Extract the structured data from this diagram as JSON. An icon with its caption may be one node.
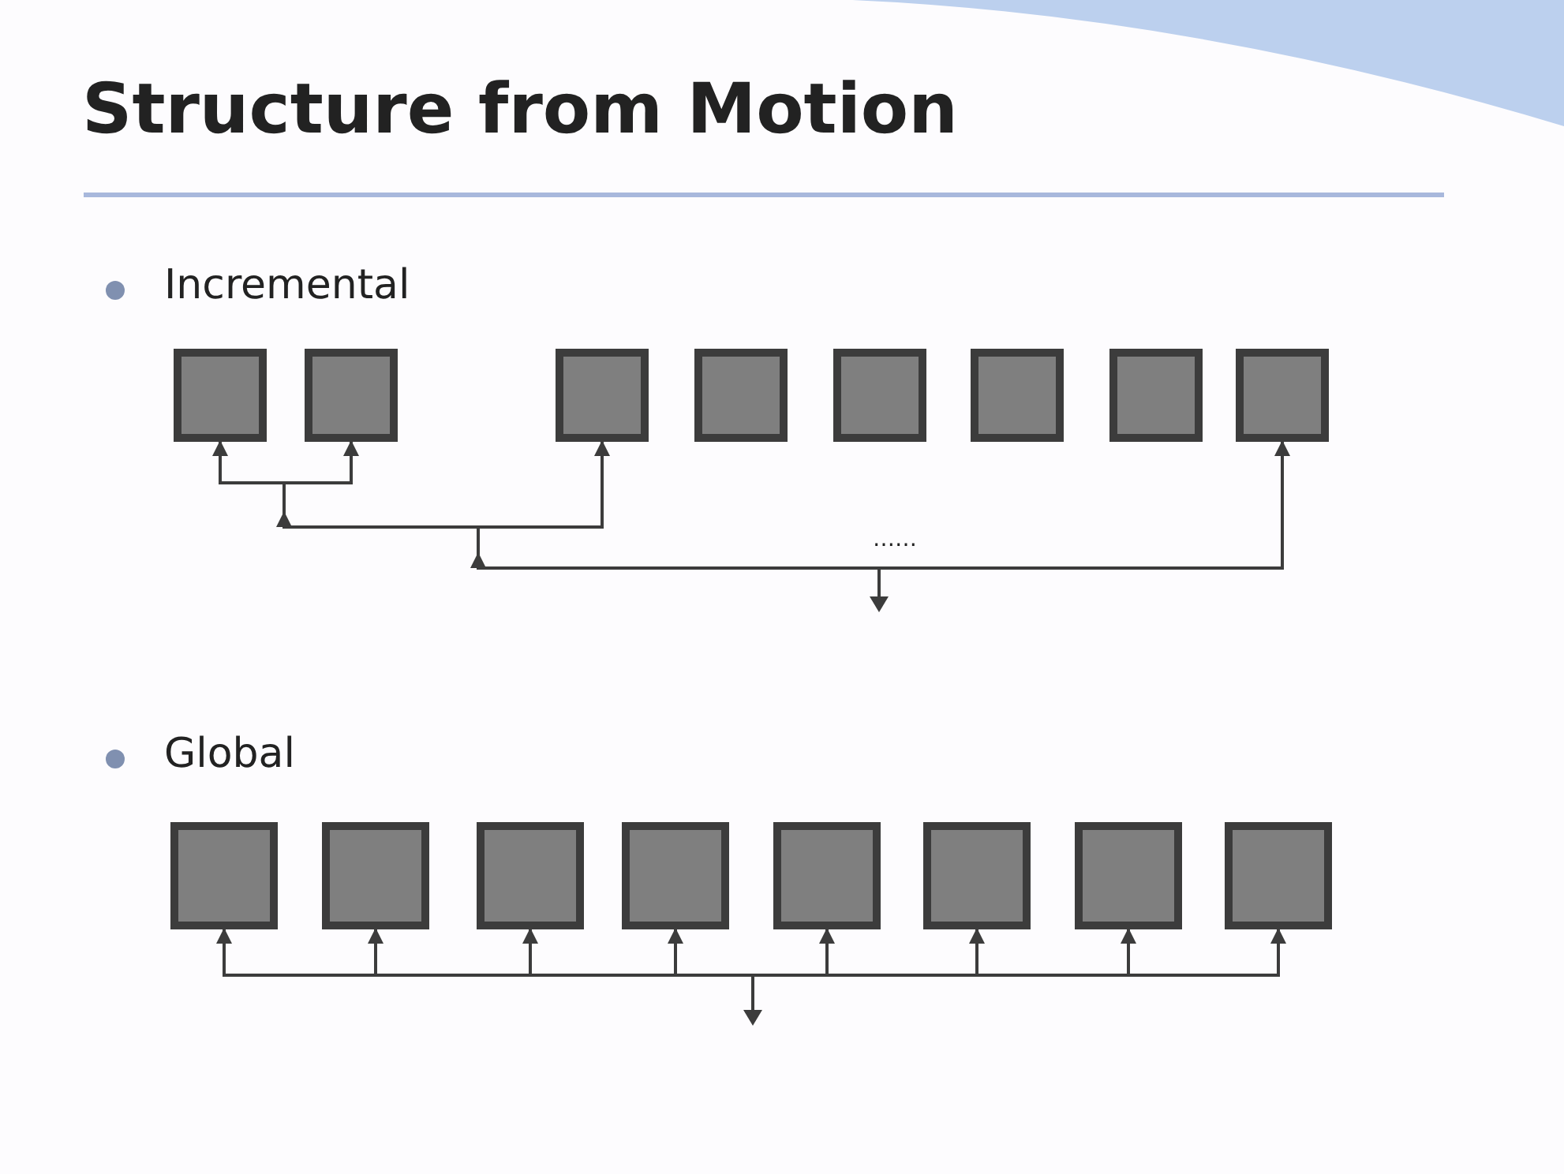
{
  "diagram": {
    "title": "Structure from Motion",
    "nodes": [
      {
        "text": [],
        "shape": "box"
      },
      {
        "text": [],
        "shape": "box"
      },
      {
        "text": [],
        "shape": "box"
      },
      {
        "text": [],
        "shape": "box"
      },
      {
        "text": [],
        "shape": "box"
      },
      {
        "text": [],
        "shape": "box"
      },
      {
        "text": [],
        "shape": "box"
      },
      {
        "text": [],
        "shape": "box"
      },
      {
        "text": [],
        "shape": "box"
      },
      {
        "text": [],
        "shape": "box"
      },
      {
        "text": [],
        "shape": "box"
      },
      {
        "text": [],
        "shape": "box"
      },
      {
        "text": [],
        "shape": "box"
      },
      {
        "text": [],
        "shape": "box"
      },
      {
        "text": [],
        "shape": "box"
      },
      {
        "text": [],
        "shape": "box"
      }
    ],
    "edges": [
      {
        "from": null,
        "to": 0,
        "arrow": "to"
      },
      {
        "from": null,
        "to": 1,
        "arrow": "to"
      },
      {
        "from": null,
        "to": 2,
        "arrow": "to"
      },
      {
        "from": null,
        "to": 7,
        "arrow": "to"
      },
      {
        "from": null,
        "to": 8,
        "arrow": "to"
      },
      {
        "from": null,
        "to": 9,
        "arrow": "to"
      },
      {
        "from": null,
        "to": 10,
        "arrow": "to"
      },
      {
        "from": null,
        "to": 11,
        "arrow": "to"
      },
      {
        "from": null,
        "to": 12,
        "arrow": "to"
      },
      {
        "from": null,
        "to": 13,
        "arrow": "to"
      },
      {
        "from": null,
        "to": 14,
        "arrow": "to"
      },
      {
        "from": null,
        "to": 15,
        "arrow": "to"
      }
    ],
    "labels": [
      "Incremental",
      "……",
      "Global"
    ]
  }
}
